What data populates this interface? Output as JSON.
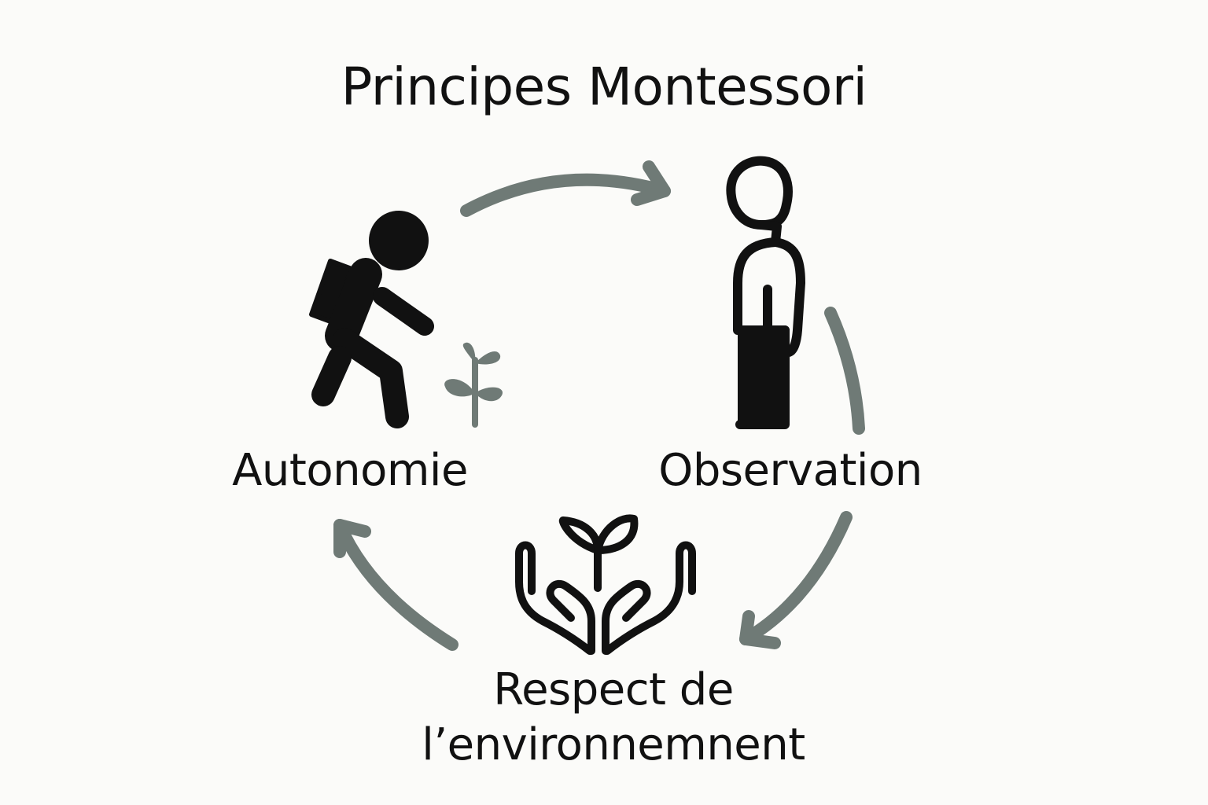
{
  "title": "Principes Montessori",
  "nodes": [
    {
      "id": "autonomie",
      "label": "Autonomie",
      "icon": "child-walking-plant-icon"
    },
    {
      "id": "observation",
      "label": "Observation",
      "icon": "adult-standing-icon"
    },
    {
      "id": "respect",
      "label_line1": "Respect de",
      "label_line2": "l’environnemnent",
      "icon": "hands-holding-sprout-icon"
    }
  ],
  "edges": [
    {
      "from": "autonomie",
      "to": "observation",
      "directed": true
    },
    {
      "from": "observation",
      "to": "respect",
      "directed": true
    },
    {
      "from": "respect",
      "to": "autonomie",
      "directed": true
    }
  ],
  "colors": {
    "text": "#111111",
    "arrow": "#6f7a76",
    "plant": "#6f7a76",
    "background": "#fbfbf9"
  }
}
